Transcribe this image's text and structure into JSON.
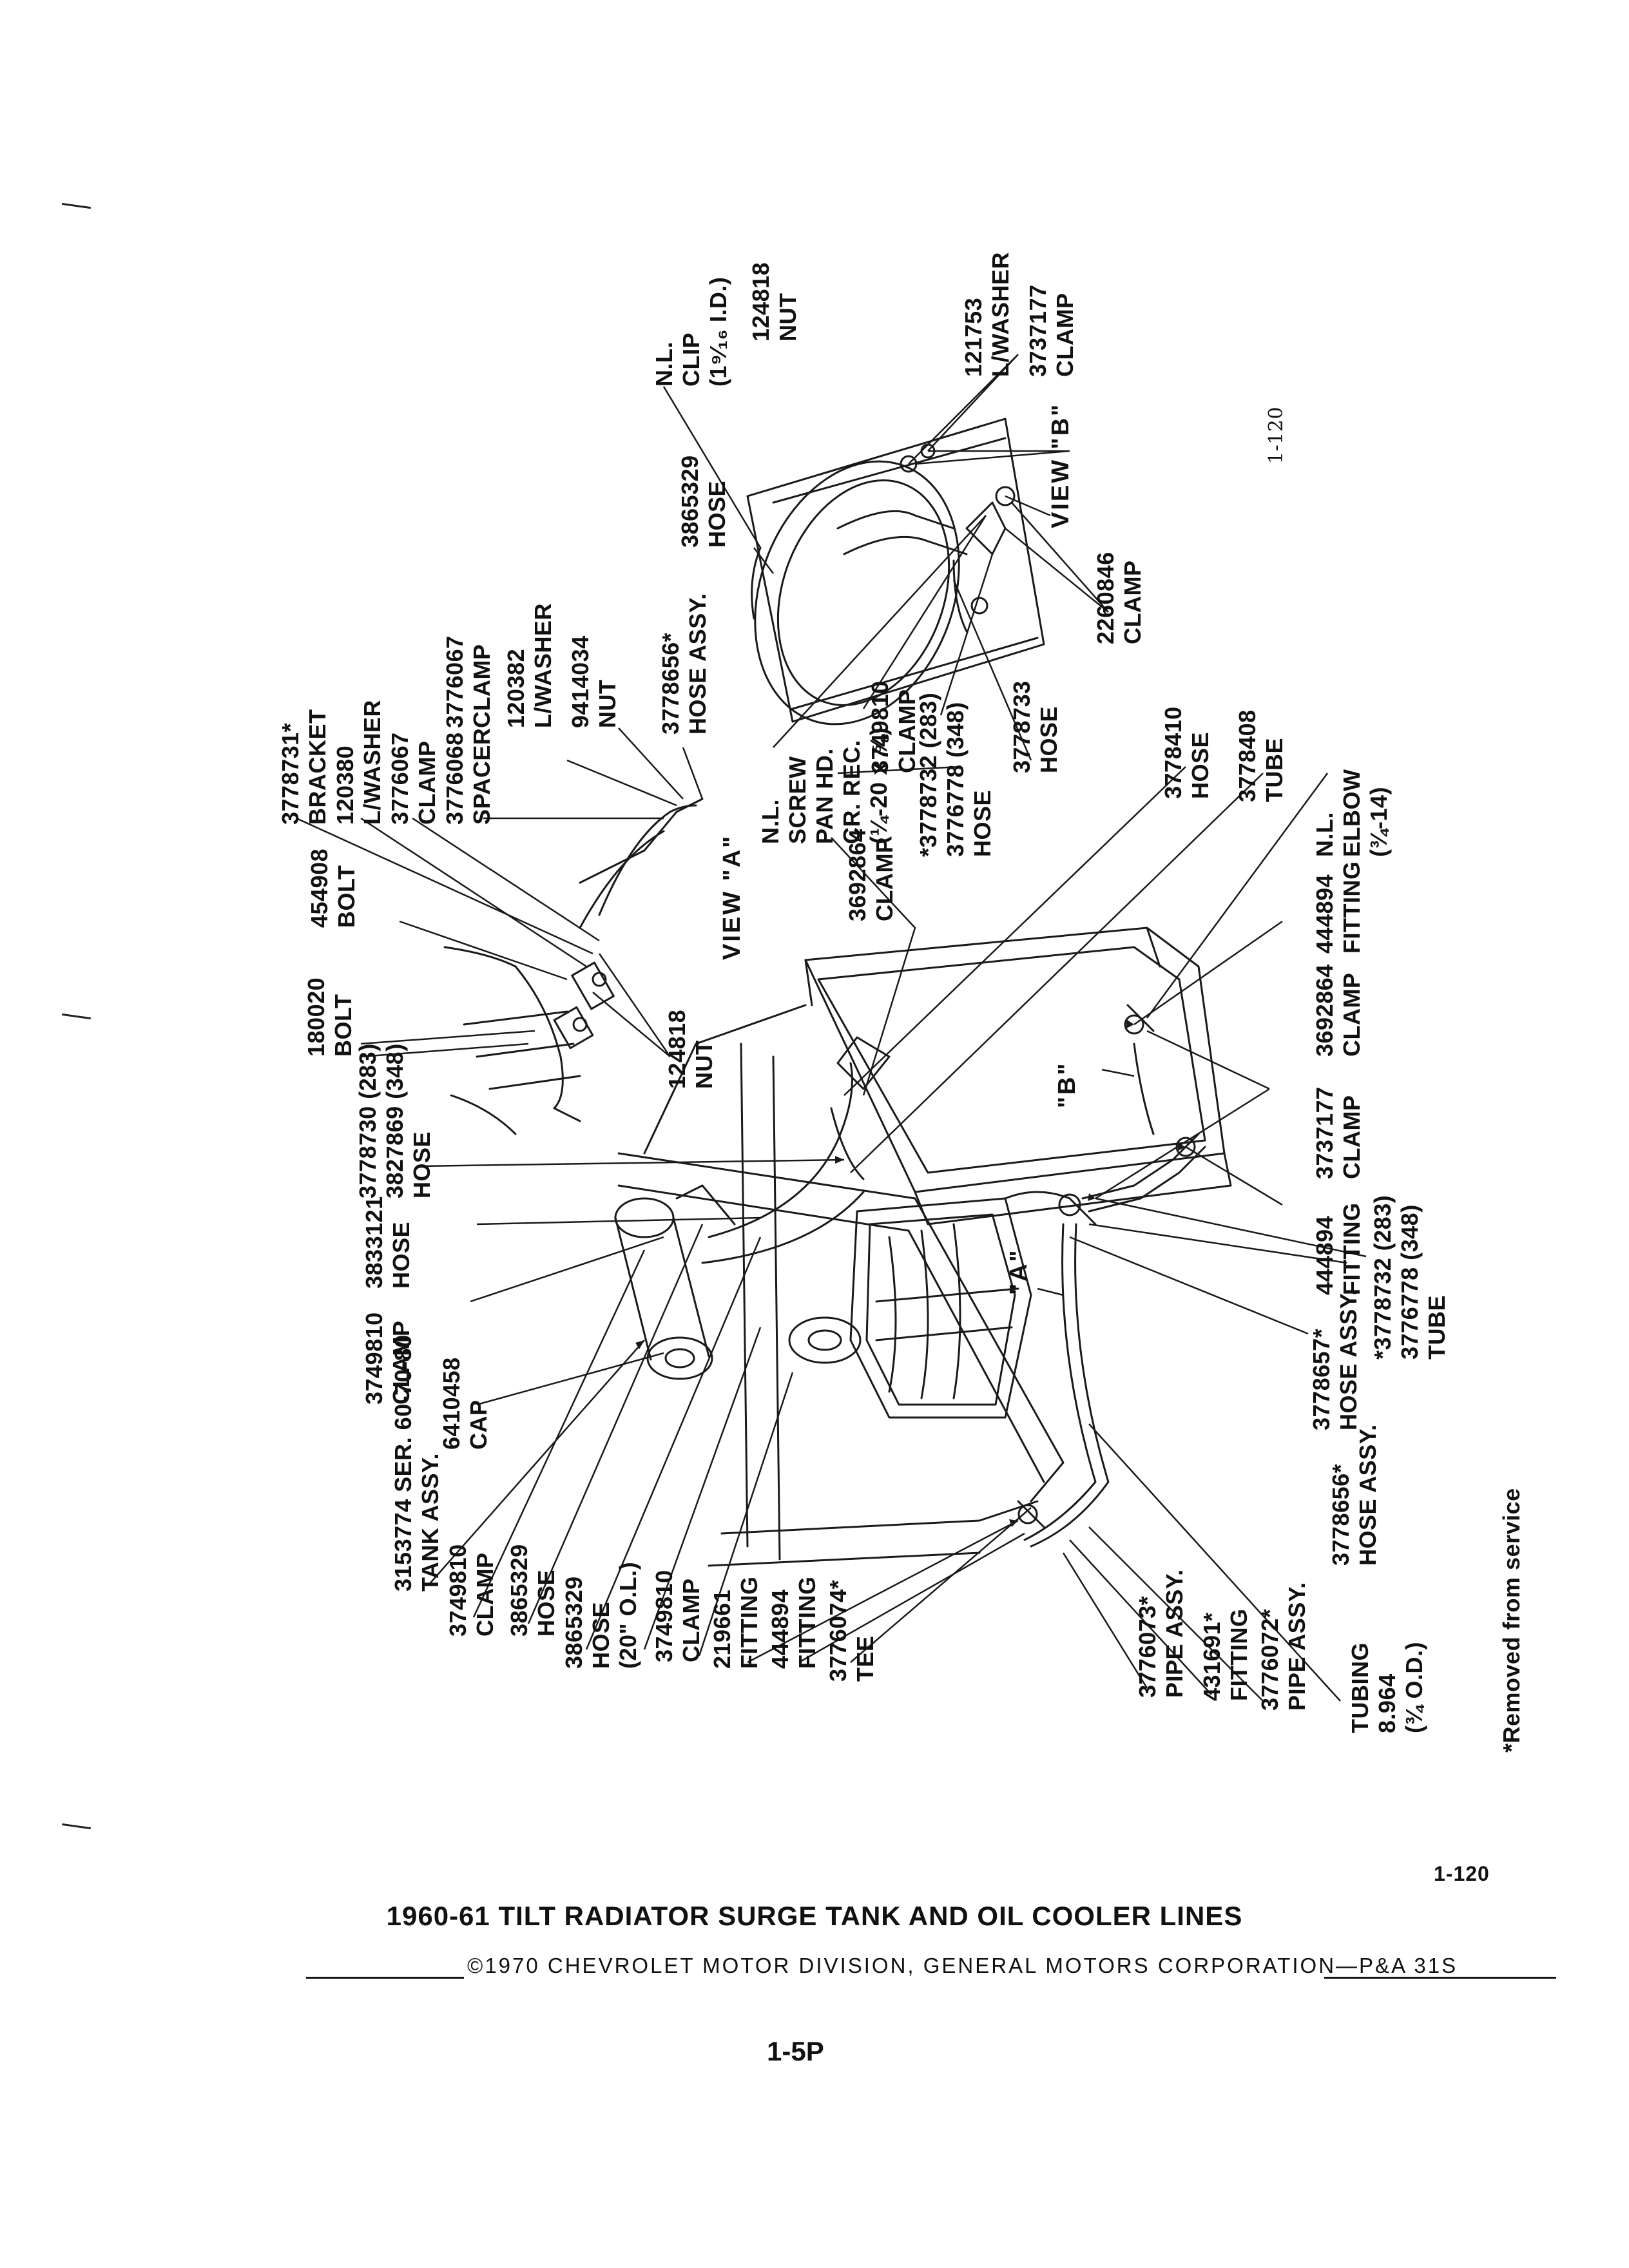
{
  "figure_ref": "1-120",
  "view_b_ref": "1-120",
  "footnote": "*Removed from service",
  "title": "1960-61 TILT RADIATOR SURGE TANK AND OIL COOLER LINES",
  "copyright": "©1970 CHEVROLET MOTOR DIVISION, GENERAL MOTORS CORPORATION—P&A 31S",
  "page_code": "1-5P",
  "views": {
    "a": "VIEW \"A\"",
    "b": "VIEW \"B\"",
    "a_marker": "\"A\"",
    "b_marker": "\"B\""
  },
  "bottom_labels": [
    {
      "lines": [
        "3153774 SER. 60-70-80",
        "TANK ASSY."
      ]
    },
    {
      "lines": [
        "3749810",
        "CLAMP"
      ]
    },
    {
      "lines": [
        "3865329",
        "HOSE"
      ]
    },
    {
      "lines": [
        "3865329",
        "HOSE",
        "(20\" O.L.)"
      ]
    },
    {
      "lines": [
        "3749810",
        "CLAMP"
      ]
    },
    {
      "lines": [
        "219661",
        "FITTING"
      ]
    },
    {
      "lines": [
        "444894",
        "FITTING"
      ]
    },
    {
      "lines": [
        "3776074*",
        "TEE"
      ]
    },
    {
      "lines": [
        "3776073*",
        "PIPE ASSY."
      ]
    },
    {
      "lines": [
        "431691*",
        "FITTING"
      ]
    },
    {
      "lines": [
        "3776072*",
        "PIPE ASSY."
      ]
    },
    {
      "lines": [
        "TUBING",
        "8.964",
        "(¾ O.D.)"
      ]
    }
  ],
  "left_labels": [
    {
      "lines": [
        "6410458",
        "CAP"
      ]
    },
    {
      "lines": [
        "3749810",
        "CLAMP"
      ]
    },
    {
      "lines": [
        "3833121",
        "HOSE"
      ]
    },
    {
      "lines": [
        "3778730 (283)",
        "3827869 (348)",
        "HOSE"
      ]
    },
    {
      "lines": [
        "180020",
        "BOLT"
      ]
    },
    {
      "lines": [
        "454908",
        "BOLT"
      ]
    },
    {
      "lines": [
        "124818",
        "NUT"
      ]
    }
  ],
  "view_a_labels": [
    {
      "lines": [
        "3778731*",
        "BRACKET"
      ]
    },
    {
      "lines": [
        "120380",
        "L/WASHER"
      ]
    },
    {
      "lines": [
        "3776067",
        "CLAMP"
      ]
    },
    {
      "lines": [
        "3776068",
        "SPACER"
      ]
    },
    {
      "lines": [
        "3776067",
        "CLAMP"
      ]
    },
    {
      "lines": [
        "120382",
        "L/WASHER"
      ]
    },
    {
      "lines": [
        "9414034",
        "NUT"
      ]
    },
    {
      "lines": [
        "3778656*",
        "HOSE ASSY."
      ]
    },
    {
      "lines": [
        "3865329",
        "HOSE"
      ]
    }
  ],
  "view_b_labels": [
    {
      "lines": [
        "N.L.",
        "CLIP",
        "(1⁹⁄₁₆ I.D.)"
      ]
    },
    {
      "lines": [
        "124818",
        "NUT"
      ]
    },
    {
      "lines": [
        "121753",
        "L/WASHER"
      ]
    },
    {
      "lines": [
        "3737177",
        "CLAMP"
      ]
    },
    {
      "lines": [
        "2260846",
        "CLAMP"
      ]
    },
    {
      "lines": [
        "3778733",
        "HOSE"
      ]
    },
    {
      "lines": [
        "3749810",
        "CLAMP"
      ]
    },
    {
      "lines": [
        "*3778732 (283)",
        "3776778 (348)",
        "HOSE"
      ]
    },
    {
      "lines": [
        "N.L.",
        "SCREW",
        "PAN HD.",
        "CR. REC.",
        "(¼-20 x ⅝)"
      ]
    }
  ],
  "middle_labels": [
    {
      "lines": [
        "3692864",
        "CLAMP"
      ]
    },
    {
      "lines": [
        "3778410",
        "HOSE"
      ]
    },
    {
      "lines": [
        "3778408",
        "TUBE"
      ]
    },
    {
      "lines": [
        "N.L.",
        "ELBOW",
        "(¾-14)"
      ]
    },
    {
      "lines": [
        "444894",
        "FITTING"
      ]
    },
    {
      "lines": [
        "3692864",
        "CLAMP"
      ]
    },
    {
      "lines": [
        "3737177",
        "CLAMP"
      ]
    },
    {
      "lines": [
        "444894",
        "FITTING"
      ]
    },
    {
      "lines": [
        "*3778732 (283)",
        "3776778 (348)",
        "TUBE"
      ]
    },
    {
      "lines": [
        "3778657*",
        "HOSE ASSY."
      ]
    },
    {
      "lines": [
        "3778656*",
        "HOSE ASSY."
      ]
    }
  ]
}
